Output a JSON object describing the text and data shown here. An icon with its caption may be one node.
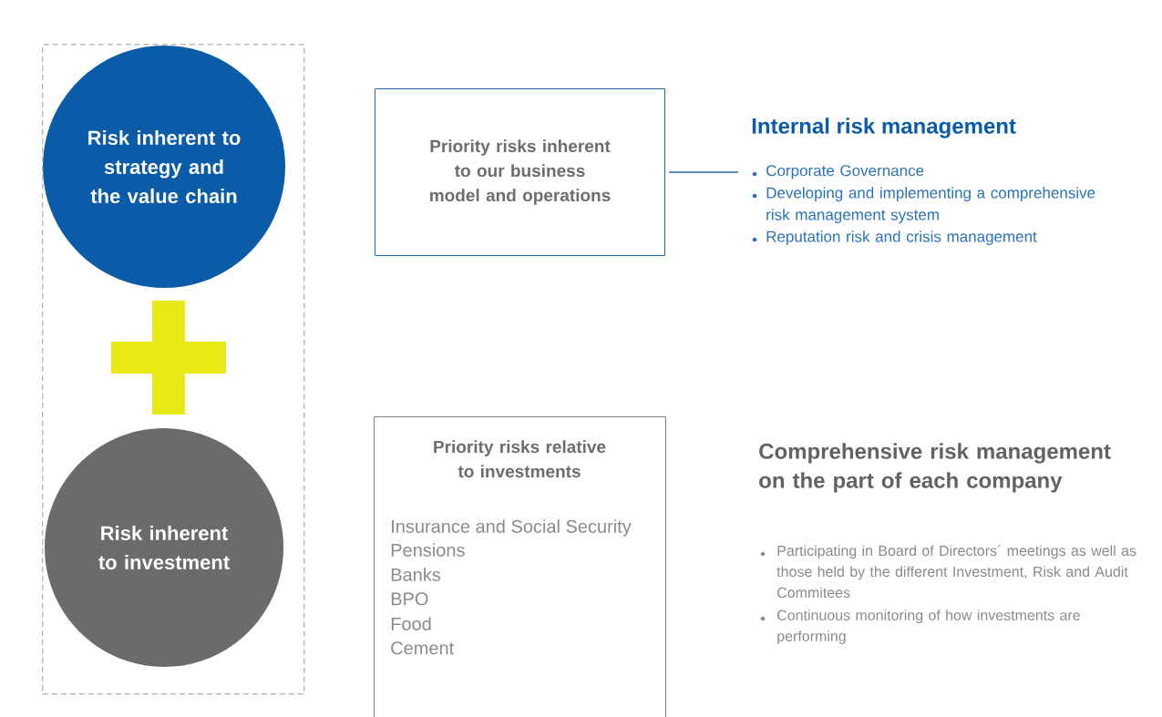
{
  "diagram": {
    "nodes": [
      {
        "text": [],
        "shape": "box"
      },
      {
        "text": [
          "Risk inherent to strategy and the value chain"
        ],
        "in": 0
      },
      {
        "text": [
          "Risk inherent to investment"
        ],
        "in": 0
      },
      {
        "text": [
          "Priority risks inherent to our business model and operations"
        ]
      },
      {
        "text": [
          "Internal risk management",
          "Corporate Governance",
          "Developing and implementing a comprehensive risk management system",
          "Reputation risk and crisis management"
        ]
      },
      {
        "text": [
          "Priority risks relative to investments",
          "Insurance and Social Security",
          "Pensions",
          "Banks",
          "BPO",
          "Food",
          "Cement"
        ]
      }
    ],
    "edges": [
      {
        "from": 3,
        "to": 4,
        "arrow": "none"
      }
    ],
    "labels": [
      "Comprehensive risk management on the part of each company",
      "Participating in Board of Directors´ meetings as well as those held by the different Investment, Risk and Audit Commitees",
      "Continuous monitoring of how investments are performing"
    ]
  }
}
